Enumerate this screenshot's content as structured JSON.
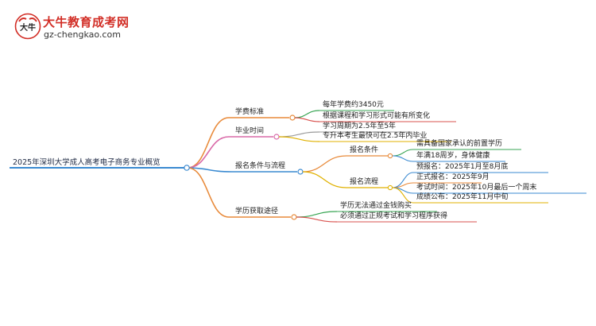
{
  "brand": {
    "name": "大牛教育成考网",
    "url": "gz-chengkao.com",
    "badge_glyph": "大牛"
  },
  "mindmap": {
    "root": "2025年深圳大学成人高考电子商务专业概览",
    "branches": [
      {
        "label": "学费标准",
        "color": "#e88a3a",
        "items": [
          "每年学费约3450元",
          "根据课程和学习形式可能有所变化"
        ],
        "item_colors": [
          "#3aa655",
          "#d9534f"
        ]
      },
      {
        "label": "毕业时间",
        "color": "#d96aa8",
        "items": [
          "学习周期为2.5年至5年",
          "专升本考生最快可在2.5年内毕业"
        ],
        "item_colors": [
          "#9b9b9b",
          "#e0b100"
        ]
      },
      {
        "label": "报名条件与流程",
        "color": "#3a8ad1",
        "subbranches": [
          {
            "label": "报名条件",
            "color": "#e88a3a",
            "items": [
              "需具备国家承认的前置学历",
              "年满18周岁，身体健康"
            ],
            "item_colors": [
              "#3aa655",
              "#3a8ad1"
            ]
          },
          {
            "label": "报名流程",
            "color": "#e0b100",
            "items": [
              "预报名：2025年1月至8月底",
              "正式报名：2025年9月",
              "考试时间：2025年10月最后一个周末",
              "成绩公布：2025年11月中旬"
            ],
            "item_colors": [
              "#3a8ad1",
              "#e88a3a",
              "#3a8ad1",
              "#e0b100"
            ]
          }
        ]
      },
      {
        "label": "学历获取途径",
        "color": "#e88a3a",
        "items": [
          "学历无法通过金钱购买",
          "必须通过正规考试和学习程序获得"
        ],
        "item_colors": [
          "#3aa655",
          "#d9534f"
        ]
      }
    ]
  }
}
